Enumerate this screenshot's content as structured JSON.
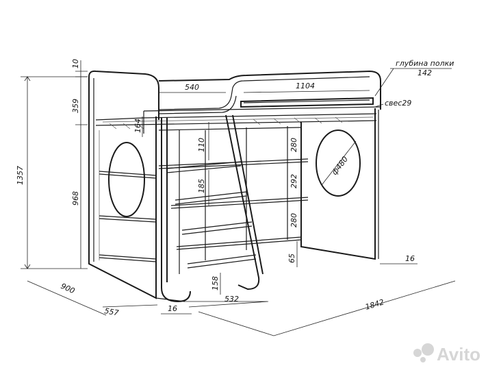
{
  "dimensions": {
    "d10": "10",
    "d359": "359",
    "d1357": "1357",
    "d968": "968",
    "d164": "164",
    "d540": "540",
    "d1104": "1104",
    "d110": "110",
    "d185": "185",
    "d280a": "280",
    "d292": "292",
    "d280b": "280",
    "d480": "ф480",
    "d65": "65",
    "d158": "158",
    "d532": "532",
    "d900": "900",
    "d557": "557",
    "d16a": "16",
    "d16b": "16",
    "d1842": "1842"
  },
  "notes": {
    "shelf_depth_label": "глубина полки",
    "shelf_depth_value": "142",
    "overhang_label": "свес29"
  },
  "watermark": {
    "text": "Avito"
  }
}
